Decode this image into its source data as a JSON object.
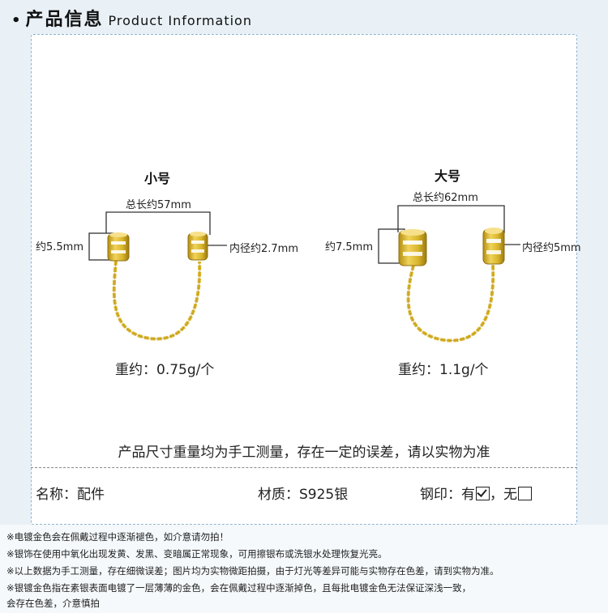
{
  "header": {
    "bullet": "•",
    "title_cn": "产品信息",
    "title_en": "Product Information"
  },
  "small": {
    "title": "小号",
    "total_length": "总长约57mm",
    "height": "约5.5mm",
    "inner_diameter": "内径约2.7mm",
    "weight": "重约：0.75g/个"
  },
  "large": {
    "title": "大号",
    "total_length": "总长约62mm",
    "height": "约7.5mm",
    "inner_diameter": "内径约5mm",
    "weight": "重约：1.1g/个"
  },
  "disclaimer": "产品尺寸重量均为手工测量，存在一定的误差，请以实物为准",
  "specs": {
    "name_label": "名称：",
    "name_value": "配件",
    "material_label": "材质：",
    "material_value": "S925银",
    "stamp_label": "钢印：",
    "stamp_yes": "有",
    "stamp_sep": "，",
    "stamp_no": "无"
  },
  "footer_notes": [
    "※电镀金色会在佩戴过程中逐渐褪色，如介意请勿拍！",
    "※银饰在使用中氧化出现发黄、发黑、变暗属正常现象，可用擦银布或洗银水处理恢复光亮。",
    "※以上数据为手工测量，存在细微误差；图片均为实物微距拍摄，由于灯光等差异可能与实物存在色差，请到实物为准。",
    "※银镀金色指在素银表面电镀了一层薄薄的金色，会在佩戴过程中逐渐掉色，且每批电镀金色无法保证深浅一致，",
    "会存在色差，介意慎拍"
  ],
  "colors": {
    "gold": "#d9b52b",
    "gold_dark": "#a8861a",
    "stone": "#ffffff",
    "panel_border": "#8eb3d0",
    "background": "#e9f1f7"
  }
}
